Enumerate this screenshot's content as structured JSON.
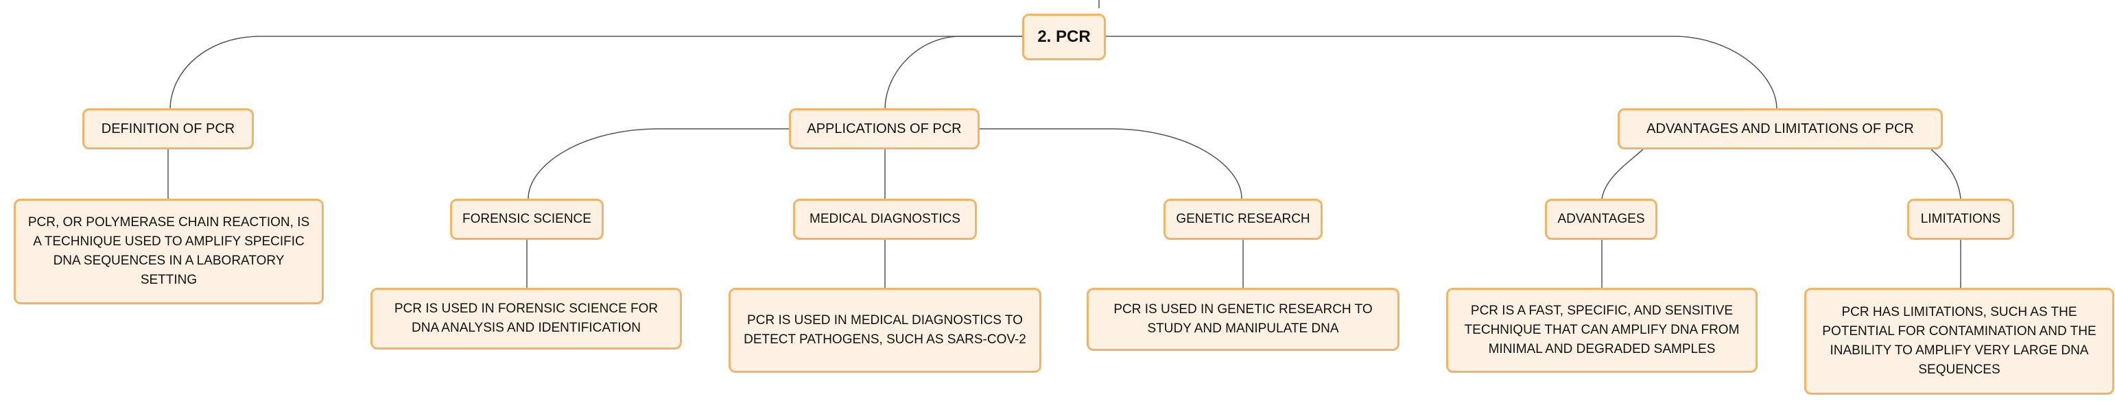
{
  "root": {
    "label": "2. PCR"
  },
  "branches": [
    {
      "label": "DEFINITION OF PCR",
      "children": [
        {
          "label": "PCR, OR POLYMERASE CHAIN REACTION, IS A TECHNIQUE USED TO AMPLIFY SPECIFIC DNA SEQUENCES IN A LABORATORY SETTING"
        }
      ]
    },
    {
      "label": "APPLICATIONS OF PCR",
      "children": [
        {
          "label": "FORENSIC SCIENCE",
          "detail": "PCR IS USED IN FORENSIC SCIENCE FOR DNA ANALYSIS AND IDENTIFICATION"
        },
        {
          "label": "MEDICAL DIAGNOSTICS",
          "detail": "PCR IS USED IN MEDICAL DIAGNOSTICS TO DETECT PATHOGENS, SUCH AS SARS-COV-2"
        },
        {
          "label": "GENETIC RESEARCH",
          "detail": "PCR IS USED IN GENETIC RESEARCH TO STUDY AND MANIPULATE DNA"
        }
      ]
    },
    {
      "label": "ADVANTAGES AND LIMITATIONS OF PCR",
      "children": [
        {
          "label": "ADVANTAGES",
          "detail": "PCR IS A FAST, SPECIFIC, AND SENSITIVE TECHNIQUE THAT CAN AMPLIFY DNA FROM MINIMAL AND DEGRADED SAMPLES"
        },
        {
          "label": "LIMITATIONS",
          "detail": "PCR HAS LIMITATIONS, SUCH AS THE POTENTIAL FOR CONTAMINATION AND THE INABILITY TO AMPLIFY VERY LARGE DNA SEQUENCES"
        }
      ]
    }
  ],
  "colors": {
    "node_fill": "#fdf1e3",
    "node_border": "#f3b364",
    "connector": "#555555"
  }
}
